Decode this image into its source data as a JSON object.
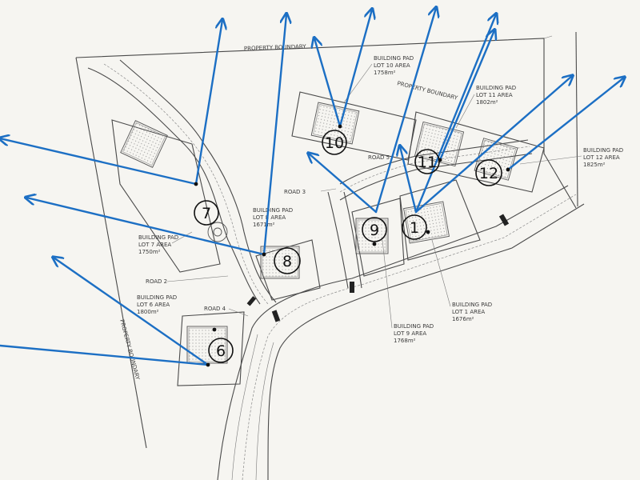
{
  "boundary_labels": [
    "PROPERTY BOUNDARY",
    "PROPERTY BOUNDARY",
    "PROPERTY BOUNDARY"
  ],
  "roads": [
    "ROAD 5",
    "ROAD 3",
    "ROAD 2",
    "ROAD 4"
  ],
  "pad_labels": [
    {
      "lines": [
        "BUILDING PAD",
        "LOT 10 AREA",
        "1758m²"
      ]
    },
    {
      "lines": [
        "BUILDING PAD",
        "LOT 11 AREA",
        "1802m²"
      ]
    },
    {
      "lines": [
        "BUILDING PAD",
        "LOT 12 AREA",
        "1825m²"
      ]
    },
    {
      "lines": [
        "BUILDING PAD",
        "LOT 8 AREA",
        "1671m²"
      ]
    },
    {
      "lines": [
        "BUILDING PAD",
        "LOT 7 AREA",
        "1750m²"
      ]
    },
    {
      "lines": [
        "BUILDING PAD",
        "LOT 6 AREA",
        "1800m²"
      ]
    },
    {
      "lines": [
        "BUILDING PAD",
        "LOT 9 AREA",
        "1768m²"
      ]
    },
    {
      "lines": [
        "BUILDING PAD",
        "LOT 1 AREA",
        "1676m²"
      ]
    }
  ],
  "lot_numbers": [
    "10",
    "11",
    "12",
    "7",
    "8",
    "9",
    "1",
    "6"
  ],
  "colors": {
    "arrow": "#1c6fc4",
    "ink": "#3a3a3a",
    "paper": "#f6f5f1"
  }
}
